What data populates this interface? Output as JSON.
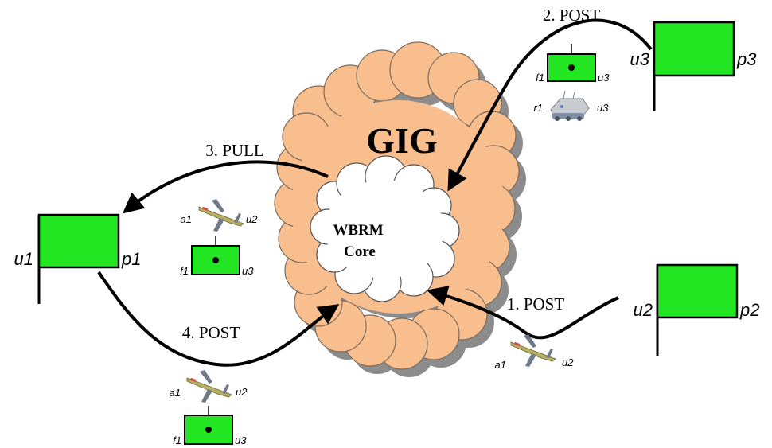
{
  "cloud": {
    "title": "GIG",
    "core_line1": "WBRM",
    "core_line2": "Core",
    "fill": "#f9be8e",
    "shadow": "#8c8c8c"
  },
  "flags": {
    "u1": {
      "user": "u1",
      "pole": "p1"
    },
    "u2": {
      "user": "u2",
      "pole": "p2"
    },
    "u3": {
      "user": "u3",
      "pole": "p3"
    }
  },
  "arrows": {
    "post1": "1. POST",
    "post2": "2. POST",
    "pull3": "3. PULL",
    "post4": "4. POST"
  },
  "items": {
    "near_u3_f": {
      "id": "f1",
      "owner": "u3"
    },
    "near_u3_r": {
      "id": "r1",
      "owner": "u3"
    },
    "center_a": {
      "id": "a1",
      "owner": "u2"
    },
    "center_f": {
      "id": "f1",
      "owner": "u3"
    },
    "post1_a": {
      "id": "a1",
      "owner": "u2"
    },
    "post4_a": {
      "id": "a1",
      "owner": "u2"
    },
    "post4_f": {
      "id": "f1",
      "owner": "u3"
    }
  },
  "colors": {
    "flag_green": "#22e622",
    "aircraft_body": "#b8b060",
    "aircraft_wing": "#6e7a8a"
  },
  "icons": {
    "aircraft": "aircraft-icon",
    "robot": "robot-vehicle-icon",
    "flag": "flag-icon"
  }
}
